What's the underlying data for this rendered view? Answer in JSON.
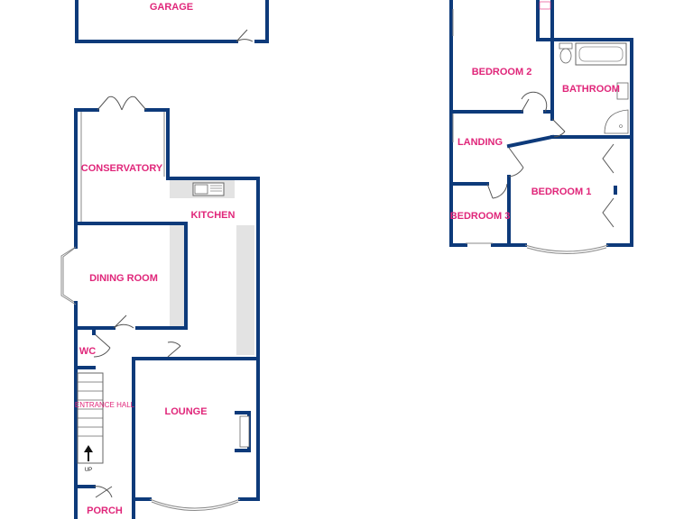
{
  "rooms": {
    "garage": "GARAGE",
    "conservatory": "CONSERVATORY",
    "kitchen": "KITCHEN",
    "dining_room": "DINING ROOM",
    "wc": "WC",
    "entrance_hall": "ENTRANCE HALL",
    "lounge": "LOUNGE",
    "porch": "PORCH",
    "bedroom_2": "BEDROOM 2",
    "bathroom": "BATHROOM",
    "landing": "LANDING",
    "bedroom_1": "BEDROOM 1",
    "bedroom_3": "BEDROOM 3"
  },
  "stairs_label": "UP",
  "colors": {
    "wall": "#0d3a7a",
    "label": "#e0267a",
    "worktop": "#e3e3e3"
  }
}
